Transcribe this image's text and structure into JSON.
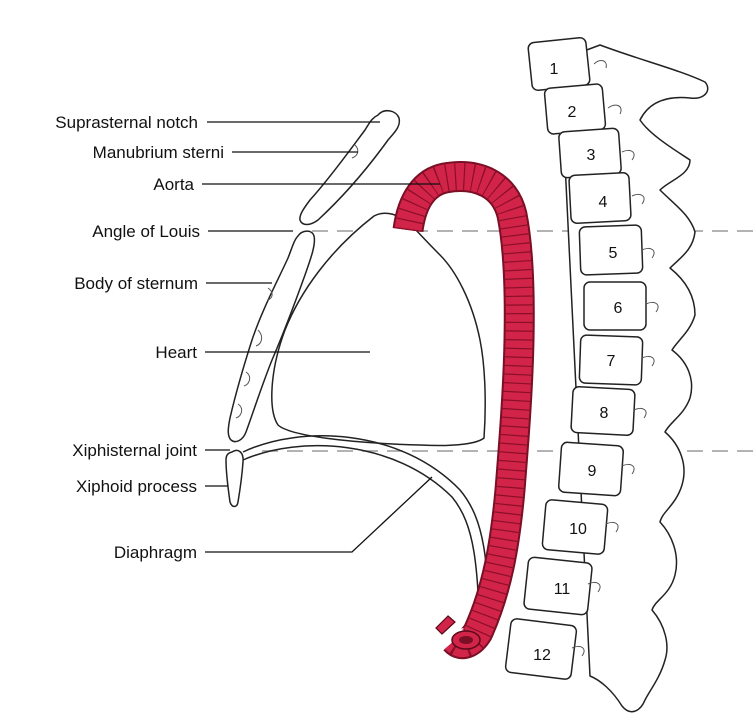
{
  "labels": {
    "suprasternal_notch": "Suprasternal notch",
    "manubrium_sterni": "Manubrium sterni",
    "aorta": "Aorta",
    "angle_of_louis": "Angle of Louis",
    "body_of_sternum": "Body of sternum",
    "heart": "Heart",
    "xiphisternal_joint": "Xiphisternal joint",
    "xiphoid_process": "Xiphoid process",
    "diaphragm": "Diaphragm"
  },
  "vertebrae": [
    "1",
    "2",
    "3",
    "4",
    "5",
    "6",
    "7",
    "8",
    "9",
    "10",
    "11",
    "12"
  ],
  "colors": {
    "aorta": "#d22448",
    "aorta_dark": "#8a0f28",
    "reference_line": "#9a9a9a"
  }
}
